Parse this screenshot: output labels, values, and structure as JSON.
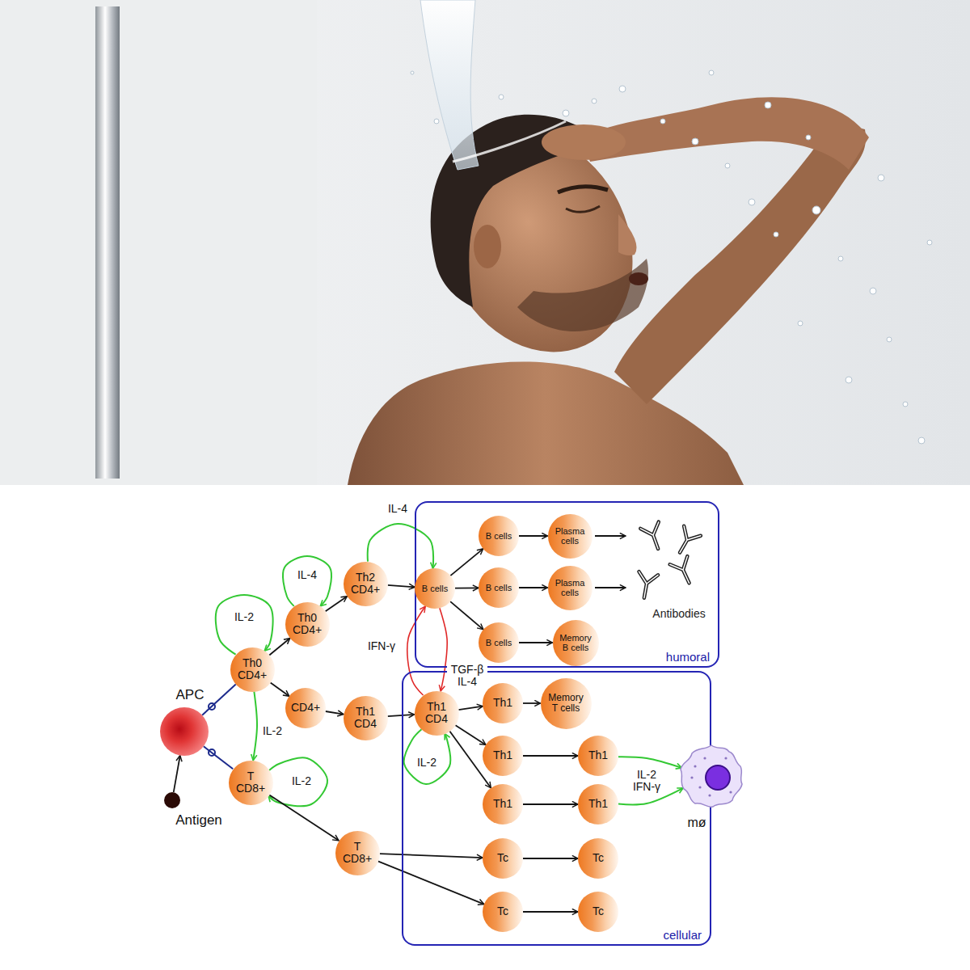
{
  "diagram": {
    "nodes": [
      {
        "text": [
          "APC"
        ]
      },
      {
        "text": [
          "Antigen"
        ]
      },
      {
        "text": [
          "Th0 CD4+"
        ]
      },
      {
        "text": [
          "Th0 CD4+"
        ]
      },
      {
        "text": [
          "Th2 CD4+"
        ]
      },
      {
        "text": [
          "CD4+"
        ]
      },
      {
        "text": [
          "Th1 CD4"
        ]
      },
      {
        "text": [
          "T CD8+"
        ]
      },
      {
        "text": [
          "T CD8+"
        ]
      },
      {
        "text": [
          "humoral"
        ]
      },
      {
        "text": [
          "B cells"
        ],
        "in": 9
      },
      {
        "text": [
          "B cells"
        ],
        "in": 9
      },
      {
        "text": [
          "Plasma cells"
        ],
        "in": 9
      },
      {
        "text": [
          "B cells"
        ],
        "in": 9
      },
      {
        "text": [
          "Plasma cells"
        ],
        "in": 9
      },
      {
        "text": [
          "B cells"
        ],
        "in": 9
      },
      {
        "text": [
          "Memory B cells"
        ],
        "in": 9
      },
      {
        "text": [
          "cellular"
        ]
      },
      {
        "text": [
          "Th1 CD4"
        ],
        "in": 17
      },
      {
        "text": [
          "Th1"
        ],
        "in": 17
      },
      {
        "text": [
          "Memory T cells"
        ],
        "in": 17
      },
      {
        "text": [
          "Th1"
        ],
        "in": 17
      },
      {
        "text": [
          "Th1"
        ],
        "in": 17
      },
      {
        "text": [
          "Th1"
        ],
        "in": 17
      },
      {
        "text": [
          "Th1"
        ],
        "in": 17
      },
      {
        "text": [
          "Tc"
        ],
        "in": 17
      },
      {
        "text": [
          "Tc"
        ],
        "in": 17
      },
      {
        "text": [
          "Tc"
        ],
        "in": 17
      },
      {
        "text": [
          "Tc"
        ],
        "in": 17
      },
      {
        "text": [
          "mø"
        ]
      }
    ],
    "edges": [
      {
        "from": 1,
        "to": 0,
        "arrow": "to"
      },
      {
        "from": 0,
        "to": 2,
        "arrow": "none"
      },
      {
        "from": 0,
        "to": 7,
        "arrow": "none"
      },
      {
        "from": 2,
        "to": 2,
        "label": "IL-2",
        "arrow": "to"
      },
      {
        "from": 2,
        "to": 3,
        "arrow": "to"
      },
      {
        "from": 2,
        "to": 5,
        "arrow": "to"
      },
      {
        "from": 2,
        "to": 7,
        "label": "IL-2",
        "arrow": "to"
      },
      {
        "from": 3,
        "to": 3,
        "label": "IL-4",
        "arrow": "to"
      },
      {
        "from": 3,
        "to": 4,
        "arrow": "to"
      },
      {
        "from": 4,
        "to": 10,
        "arrow": "to"
      },
      {
        "from": 4,
        "to": 10,
        "label": "IL-4",
        "arrow": "to"
      },
      {
        "from": 5,
        "to": 6,
        "arrow": "to"
      },
      {
        "from": 6,
        "to": 18,
        "arrow": "to"
      },
      {
        "from": 18,
        "to": 10,
        "label": "IFN-γ",
        "arrow": "to"
      },
      {
        "from": 10,
        "to": 18,
        "label": "TGF-β IL-4",
        "arrow": "to"
      },
      {
        "from": 18,
        "to": 18,
        "label": "IL-2",
        "arrow": "to"
      },
      {
        "from": 18,
        "to": 19,
        "arrow": "to"
      },
      {
        "from": 18,
        "to": 21,
        "arrow": "to"
      },
      {
        "from": 18,
        "to": 23,
        "arrow": "to"
      },
      {
        "from": 19,
        "to": 20,
        "arrow": "to"
      },
      {
        "from": 21,
        "to": 22,
        "arrow": "to"
      },
      {
        "from": 23,
        "to": 24,
        "arrow": "to"
      },
      {
        "from": 22,
        "to": 29,
        "label": "IL-2 IFN-γ",
        "arrow": "to"
      },
      {
        "from": 24,
        "to": 29,
        "arrow": "to"
      },
      {
        "from": 7,
        "to": 7,
        "label": "IL-2",
        "arrow": "to"
      },
      {
        "from": 7,
        "to": 8,
        "arrow": "to"
      },
      {
        "from": 10,
        "to": 11,
        "arrow": "to"
      },
      {
        "from": 10,
        "to": 13,
        "arrow": "to"
      },
      {
        "from": 10,
        "to": 15,
        "arrow": "to"
      },
      {
        "from": 11,
        "to": 12,
        "arrow": "to"
      },
      {
        "from": 13,
        "to": 14,
        "arrow": "to"
      },
      {
        "from": 15,
        "to": 16,
        "arrow": "to"
      },
      {
        "from": 8,
        "to": 25,
        "arrow": "to"
      },
      {
        "from": 8,
        "to": 27,
        "arrow": "to"
      },
      {
        "from": 25,
        "to": 26,
        "arrow": "to"
      },
      {
        "from": 27,
        "to": 28,
        "arrow": "to"
      }
    ],
    "labels": [
      "Antibodies"
    ]
  }
}
